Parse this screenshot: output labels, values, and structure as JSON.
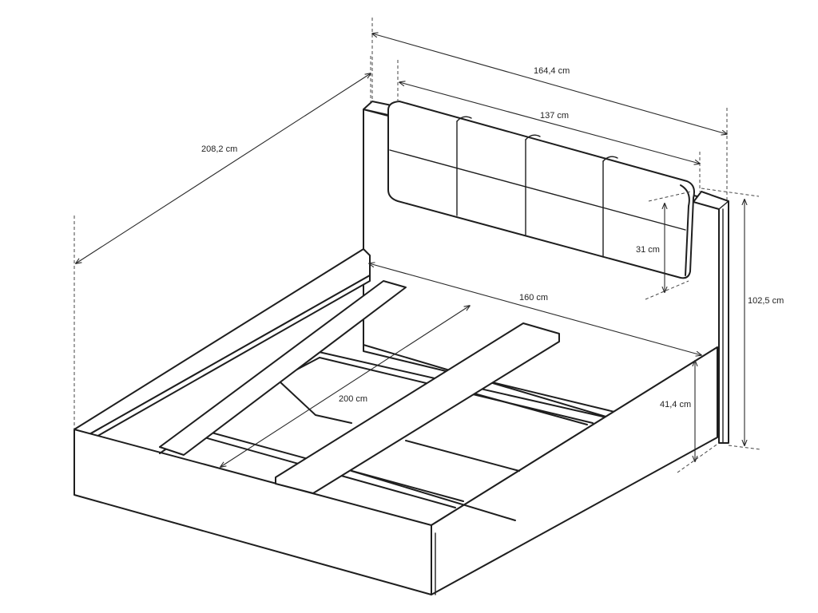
{
  "dimensions": {
    "total_width": "164,4 cm",
    "headboard_panel_width": "137 cm",
    "total_length": "208,2 cm",
    "headboard_panel_height": "31 cm",
    "total_height": "102,5 cm",
    "mattress_width": "160 cm",
    "mattress_length": "200 cm",
    "frame_height": "41,4 cm"
  },
  "colors": {
    "line": "#1e1e1e",
    "background": "#ffffff"
  }
}
